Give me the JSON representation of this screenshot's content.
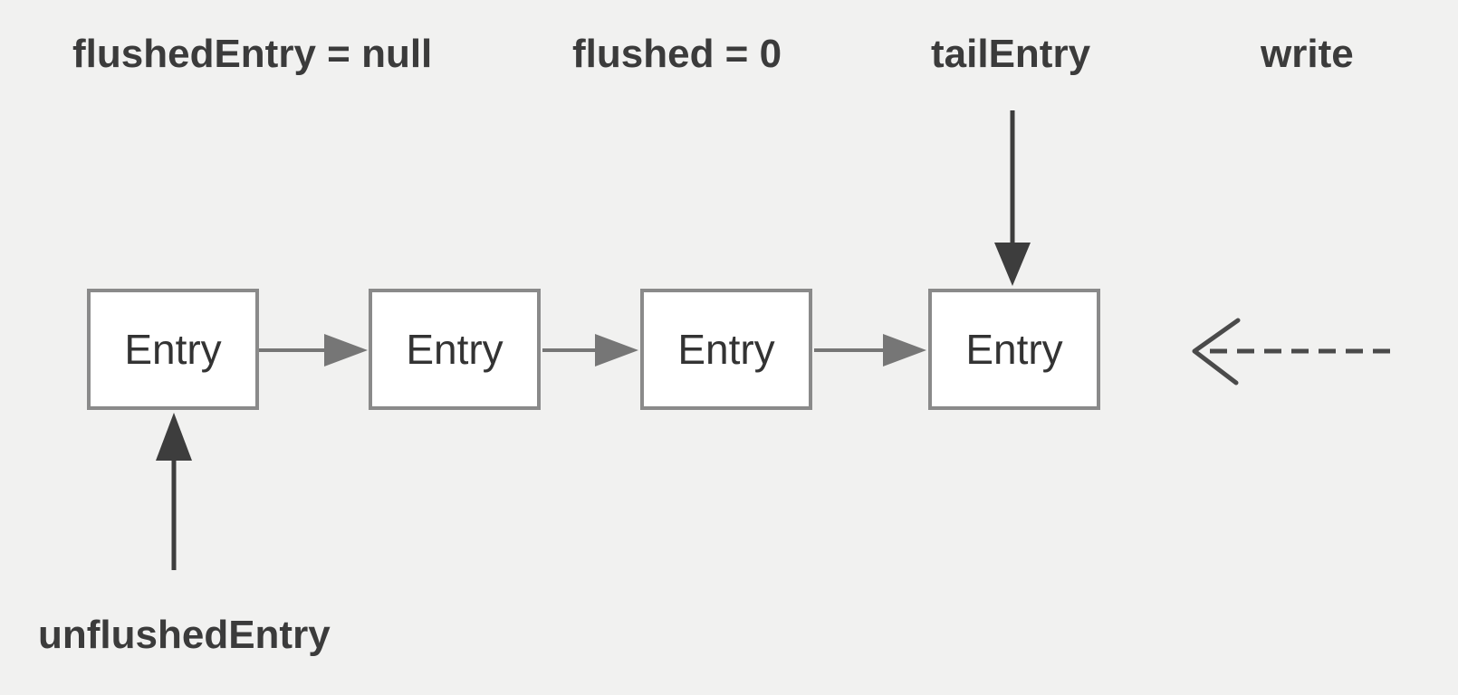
{
  "labels": {
    "flushed_entry": "flushedEntry = null",
    "flushed": "flushed = 0",
    "tail_entry": "tailEntry",
    "write": "write",
    "unflushed_entry": "unflushedEntry"
  },
  "nodes": [
    {
      "label": "Entry"
    },
    {
      "label": "Entry"
    },
    {
      "label": "Entry"
    },
    {
      "label": "Entry"
    }
  ],
  "colors": {
    "background": "#f1f1f0",
    "node_fill": "#ffffff",
    "node_border": "#8a8a8a",
    "link_arrow": "#767676",
    "pointer_arrow": "#3d3d3d",
    "dashed_arrow": "#4a4a4a",
    "text": "#3b3b3b"
  }
}
